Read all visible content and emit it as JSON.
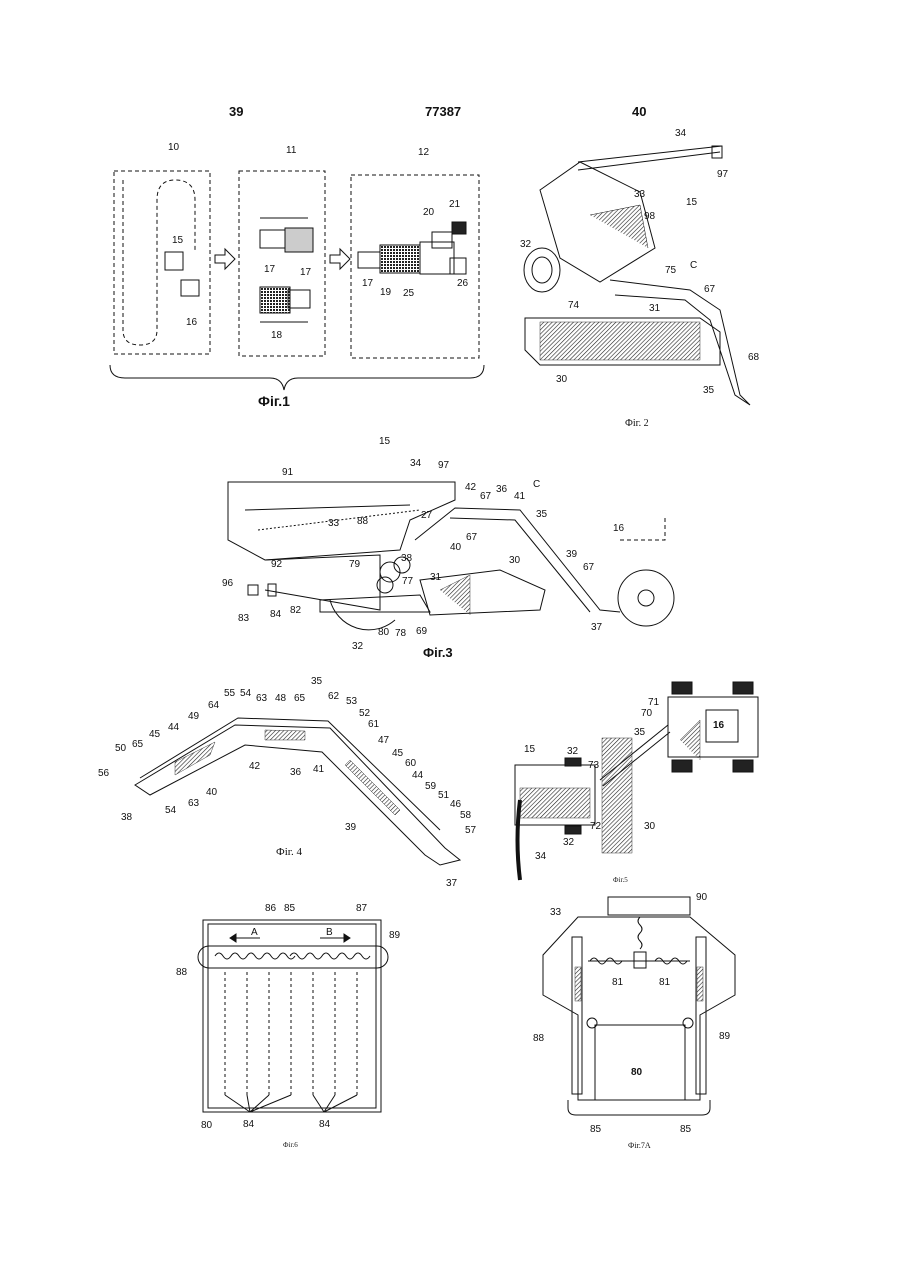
{
  "header": {
    "left_page": "39",
    "patent_number": "77387",
    "right_page": "40"
  },
  "figures": {
    "fig1": {
      "caption": "Фіг.1",
      "labels": [
        "10",
        "11",
        "12",
        "15",
        "16",
        "17",
        "17",
        "18",
        "20",
        "21",
        "19",
        "25",
        "26",
        "17"
      ]
    },
    "fig2": {
      "caption": "Фіг. 2",
      "labels": [
        "34",
        "97",
        "33",
        "98",
        "15",
        "32",
        "75",
        "C",
        "67",
        "31",
        "74",
        "30",
        "35",
        "68"
      ]
    },
    "fig3": {
      "caption": "Фіг.3",
      "labels": [
        "15",
        "34",
        "97",
        "91",
        "33",
        "88",
        "27",
        "42",
        "36",
        "67",
        "41",
        "C",
        "35",
        "40",
        "67",
        "16",
        "92",
        "79",
        "77",
        "38",
        "39",
        "30",
        "96",
        "31",
        "67",
        "83",
        "84",
        "82",
        "80",
        "78",
        "69",
        "37",
        "32"
      ]
    },
    "fig4": {
      "caption": "Фіг. 4",
      "labels": [
        "35",
        "55",
        "54",
        "63",
        "48",
        "65",
        "62",
        "53",
        "64",
        "52",
        "49",
        "61",
        "44",
        "47",
        "45",
        "65",
        "50",
        "45",
        "56",
        "42",
        "36",
        "41",
        "60",
        "44",
        "40",
        "59",
        "51",
        "63",
        "46",
        "58",
        "38",
        "54",
        "39",
        "57",
        "37"
      ]
    },
    "fig5": {
      "caption": "Фіг.5",
      "labels": [
        "71",
        "70",
        "16",
        "35",
        "15",
        "32",
        "73",
        "72",
        "30",
        "32",
        "34"
      ]
    },
    "fig6": {
      "caption": "Фіг.6",
      "labels": [
        "86",
        "85",
        "87",
        "A",
        "B",
        "89",
        "88",
        "80",
        "84",
        "84"
      ]
    },
    "fig7a": {
      "caption": "Фіг.7А",
      "labels": [
        "33",
        "90",
        "81",
        "81",
        "88",
        "89",
        "80",
        "85",
        "85"
      ]
    }
  }
}
